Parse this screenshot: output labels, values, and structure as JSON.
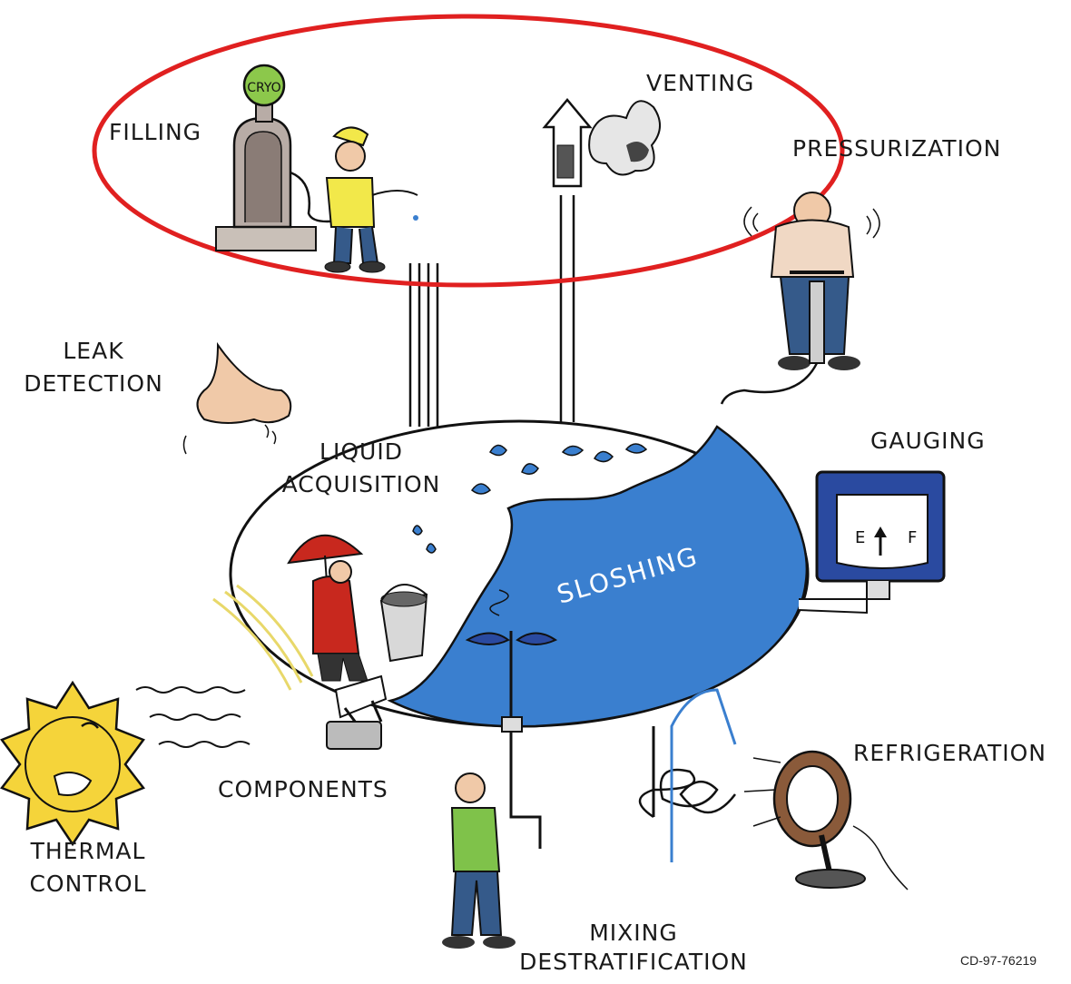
{
  "labels": {
    "filling": "FILLING",
    "venting": "VENTING",
    "pressurization": "PRESSURIZATION",
    "leak_detection": [
      "LEAK",
      "DETECTION"
    ],
    "liquid_acquisition": [
      "LIQUID",
      "ACQUISITION"
    ],
    "gauging": "GAUGING",
    "sloshing": "SLOSHING",
    "components": "COMPONENTS",
    "refrigeration": "REFRIGERATION",
    "thermal_control": [
      "THERMAL",
      "CONTROL"
    ],
    "mixing_destratification": [
      "MIXING",
      "DESTRATIFICATION"
    ],
    "cryo_sign": "CRYO",
    "gauge_e": "E",
    "gauge_f": "F",
    "figure_code": "CD-97-76219"
  },
  "colors": {
    "tank_liquid": "#3a7fcf",
    "highlight_ellipse": "#e02020",
    "sun": "#f5d43a",
    "coat_red": "#c8281e",
    "shirt_green": "#7fc24a",
    "shirt_yellow": "#f2e84a"
  },
  "icons": [
    "fuel-pump-icon",
    "rocket-icon",
    "nose-icon",
    "umbrella-icon",
    "bucket-icon",
    "sun-icon",
    "fan-icon",
    "gauge-icon",
    "coil-icon",
    "mixer-propeller-icon"
  ]
}
